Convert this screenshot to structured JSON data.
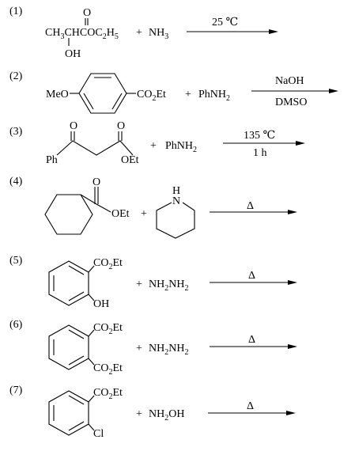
{
  "reactions": [
    {
      "num": "(1)",
      "substrate": {
        "ch3": "CH",
        "ch3_sub": "3",
        "chc": "CHCOC",
        "c2": "2",
        "h5": "H",
        "h5_sub": "5",
        "oh": "OH",
        "o": "O"
      },
      "plus": "+",
      "reagent": {
        "nh": "NH",
        "nh_sub": "3"
      },
      "condition_top": "25 ℃"
    },
    {
      "num": "(2)",
      "meo": "MeO",
      "co2et": {
        "co": "CO",
        "sub": "2",
        "et": "Et"
      },
      "plus": "+",
      "reagent": {
        "a": "PhNH",
        "sub": "2"
      },
      "condition_top": "NaOH",
      "condition_bottom": "DMSO"
    },
    {
      "num": "(3)",
      "ph": "Ph",
      "o1": "O",
      "o2": "O",
      "oet": "OEt",
      "plus": "+",
      "reagent": {
        "a": "PhNH",
        "sub": "2"
      },
      "condition_top": "135 ℃",
      "condition_bottom": "1 h"
    },
    {
      "num": "(4)",
      "o": "O",
      "oet": "OEt",
      "plus": "+",
      "nh": "N",
      "h": "H",
      "condition_top": "Δ"
    },
    {
      "num": "(5)",
      "co2et": {
        "co": "CO",
        "sub": "2",
        "et": "Et"
      },
      "oh": "OH",
      "plus": "+",
      "reagent": {
        "a": "NH",
        "sub1": "2",
        "b": "NH",
        "sub2": "2"
      },
      "condition_top": "Δ"
    },
    {
      "num": "(6)",
      "co2et_top": {
        "co": "CO",
        "sub": "2",
        "et": "Et"
      },
      "co2et_bottom": {
        "co": "CO",
        "sub": "2",
        "et": "Et"
      },
      "plus": "+",
      "reagent": {
        "a": "NH",
        "sub1": "2",
        "b": "NH",
        "sub2": "2"
      },
      "condition_top": "Δ"
    },
    {
      "num": "(7)",
      "co2et": {
        "co": "CO",
        "sub": "2",
        "et": "Et"
      },
      "cl": "Cl",
      "plus": "+",
      "reagent": {
        "a": "NH",
        "sub": "2",
        "b": "OH"
      },
      "condition_top": "Δ"
    }
  ]
}
